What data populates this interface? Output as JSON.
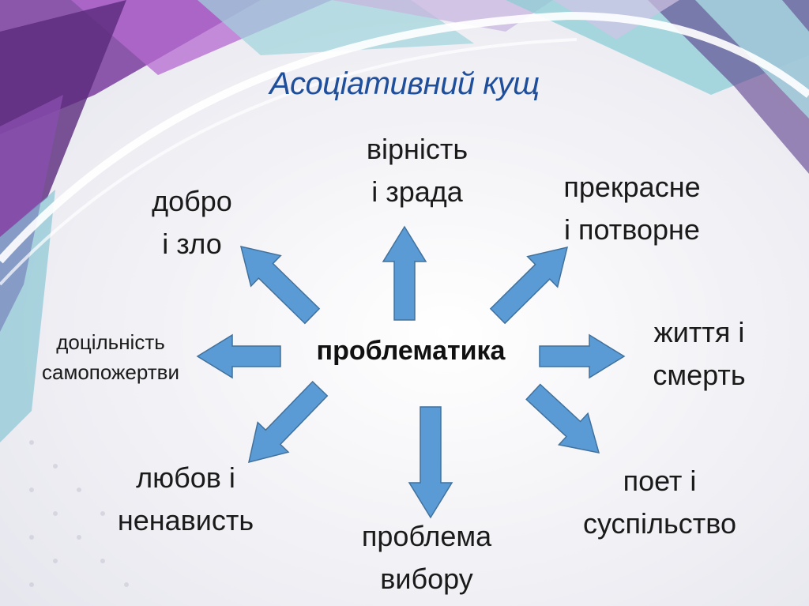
{
  "slide": {
    "title": "Асоціативний кущ",
    "center": "проблематика",
    "colors": {
      "title": "#1f4e9a",
      "arrow_fill": "#5b9bd5",
      "arrow_stroke": "#41719c"
    },
    "nodes": [
      {
        "id": "dobro",
        "lines": [
          "добро",
          "і зло"
        ]
      },
      {
        "id": "virnist",
        "lines": [
          "вірність",
          "і зрада"
        ]
      },
      {
        "id": "prekrasne",
        "lines": [
          "прекрасне",
          "і потворне"
        ]
      },
      {
        "id": "dotsilnist",
        "lines": [
          "доцільність",
          "самопожертви"
        ]
      },
      {
        "id": "zhyttia",
        "lines": [
          "життя і",
          "смерть"
        ]
      },
      {
        "id": "liubov",
        "lines": [
          "любов і",
          "ненависть"
        ]
      },
      {
        "id": "poet",
        "lines": [
          "поет і",
          "суспільство"
        ]
      },
      {
        "id": "problema",
        "lines": [
          "проблема",
          "вибору"
        ]
      }
    ]
  }
}
